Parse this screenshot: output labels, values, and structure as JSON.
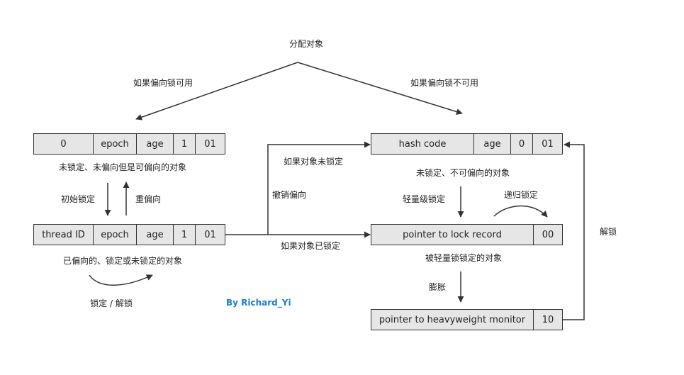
{
  "top_label": "分配对象",
  "left_branch_label": "如果偏向锁可用",
  "right_branch_label": "如果偏向锁不可用",
  "biasable_unlocked": {
    "cells": [
      "0",
      "epoch",
      "age",
      "1",
      "01"
    ],
    "caption": "未锁定、未偏向但是可偏向的对象"
  },
  "biased": {
    "cells": [
      "thread ID",
      "epoch",
      "age",
      "1",
      "01"
    ],
    "caption": "已偏向的、锁定或未锁定的对象"
  },
  "init_lock_label": "初始锁定",
  "rebias_label": "重偏向",
  "lock_unlock_label": "锁定 / 解锁",
  "author": "By Richard_Yi",
  "revoke_bias_label": "撤销偏向",
  "if_unlocked_label": "如果对象未锁定",
  "if_locked_label": "如果对象已锁定",
  "non_biasable_unlocked": {
    "cells": [
      "hash code",
      "age",
      "0",
      "01"
    ],
    "caption": "未锁定、不可偏向的对象"
  },
  "lightweight_lock_label": "轻量级锁定",
  "recursive_lock_label": "递归锁定",
  "lightweight_locked": {
    "cells": [
      "pointer to lock record",
      "00"
    ],
    "caption": "被轻量锁锁定的对象"
  },
  "inflate_label": "膨胀",
  "heavyweight_locked": {
    "cells": [
      "pointer to heavyweight monitor",
      "10"
    ]
  },
  "unlock_label": "解锁",
  "colors": {
    "box_fill": "#e6e6e6",
    "stroke": "#333333",
    "author": "#1a7fd4"
  }
}
